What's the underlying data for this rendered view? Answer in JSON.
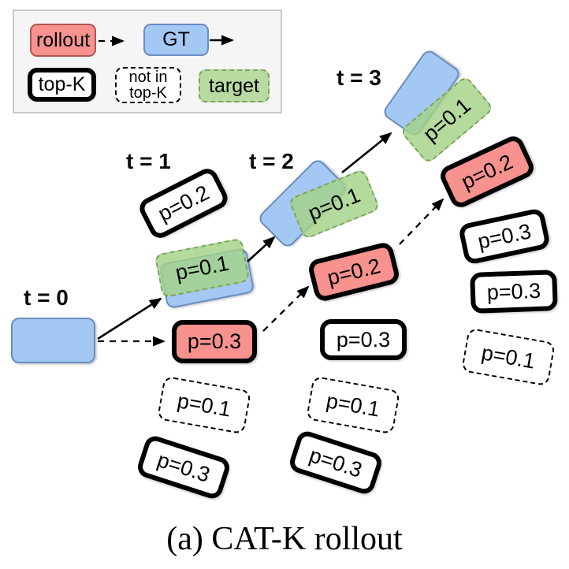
{
  "figure": {
    "caption": "(a) CAT-K rollout"
  },
  "legend": {
    "rollout_label": "rollout",
    "gt_label": "GT",
    "topk_label": "top-K",
    "not_topk_line1": "not in",
    "not_topk_line2": "top-K",
    "target_label": "target"
  },
  "timesteps": {
    "t0": "t = 0",
    "t1": "t = 1",
    "t2": "t = 2",
    "t3": "t = 3"
  },
  "nodes": {
    "t1_top": "p=0.2",
    "t1_target": "p=0.1",
    "t1_rollout": "p=0.3",
    "t1_not_topk": "p=0.1",
    "t1_bottom": "p=0.3",
    "t2_target": "p=0.1",
    "t2_rollout": "p=0.2",
    "t2_alt": "p=0.3",
    "t2_not_topk": "p=0.1",
    "t2_bottom": "p=0.3",
    "t3_target": "p=0.1",
    "t3_rollout": "p=0.2",
    "t3_alt1": "p=0.3",
    "t3_alt2": "p=0.3",
    "t3_not_topk": "p=0.1"
  },
  "colors": {
    "rollout_fill": "#F7928F",
    "rollout_border": "#B05551",
    "gt_fill": "#A4C8F4",
    "gt_border": "#6A8CC0",
    "target_fill": "#B7DBA1",
    "target_border": "#7AA45C",
    "outline": "#000000",
    "legend_bg": "#F5F5F5"
  }
}
